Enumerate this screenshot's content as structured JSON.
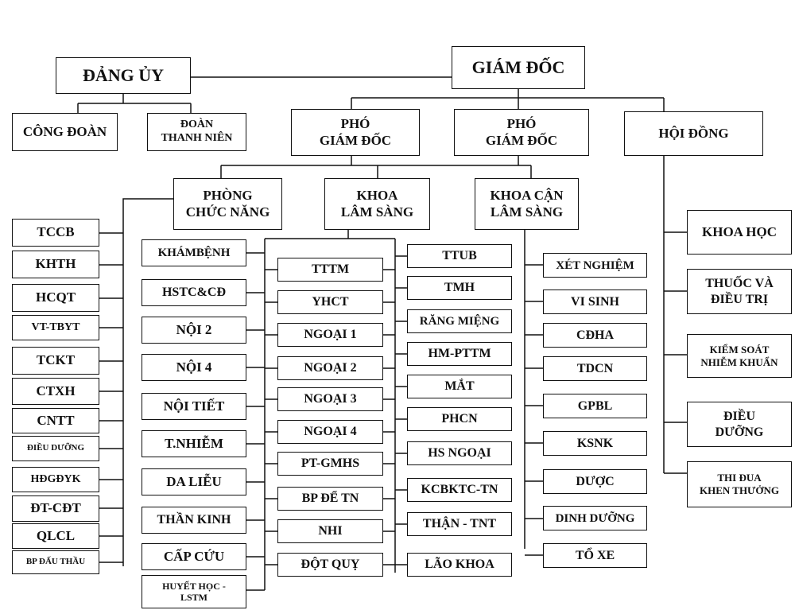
{
  "top": {
    "party_committee": "ĐẢNG ỦY",
    "director": "GIÁM ĐỐC",
    "trade_union": "CÔNG ĐOÀN",
    "youth_union": "ĐOÀN\nTHANH NIÊN",
    "deputy_director_1": "PHÓ\nGIÁM ĐỐC",
    "deputy_director_2": "PHÓ\nGIÁM ĐỐC",
    "council": "HỘI ĐỒNG"
  },
  "groups": {
    "functional_offices": "PHÒNG\nCHỨC NĂNG",
    "clinical": "KHOA\nLÂM SÀNG",
    "paraclinical": "KHOA CẬN\nLÂM SÀNG"
  },
  "functional_offices": [
    "TCCB",
    "KHTH",
    "HCQT",
    "VT-TBYT",
    "TCKT",
    "CTXH",
    "CNTT",
    "ĐIỀU DƯỠNG",
    "HĐGĐYK",
    "ĐT-CĐT",
    "QLCL",
    "BP ĐẤU THẦU"
  ],
  "clinical_col1": [
    "KHÁMBỆNH",
    "HSTC&CĐ",
    "NỘI 2",
    "NỘI 4",
    "NỘI TIẾT",
    "T.NHIỄM",
    "DA LIỄU",
    "THẦN KINH",
    "CẤP CỨU",
    "HUYẾT HỌC -\nLSTM"
  ],
  "clinical_col2": [
    "TTTM",
    "YHCT",
    "NGOẠI 1",
    "NGOẠI 2",
    "NGOẠI 3",
    "NGOẠI 4",
    "PT-GMHS",
    "BP ĐỂ TN",
    "NHI",
    "ĐỘT QUỴ"
  ],
  "clinical_col3": [
    "TTUB",
    "TMH",
    "RĂNG MIỆNG",
    "HM-PTTM",
    "MẮT",
    "PHCN",
    "HS NGOẠI",
    "KCBKTC-TN",
    "THẬN - TNT",
    "LÃO KHOA"
  ],
  "paraclinical": [
    "XÉT NGHIỆM",
    "VI SINH",
    "CĐHA",
    "TDCN",
    "GPBL",
    "KSNK",
    "DƯỢC",
    "DINH DƯỠNG",
    "TỔ XE"
  ],
  "councils": [
    "KHOA HỌC",
    "THUỐC VÀ\nĐIỀU TRỊ",
    "KIỂM SOÁT\nNHIỄM KHUẨN",
    "ĐIỀU\nDƯỠNG",
    "THI ĐUA\nKHEN THƯỞNG"
  ]
}
